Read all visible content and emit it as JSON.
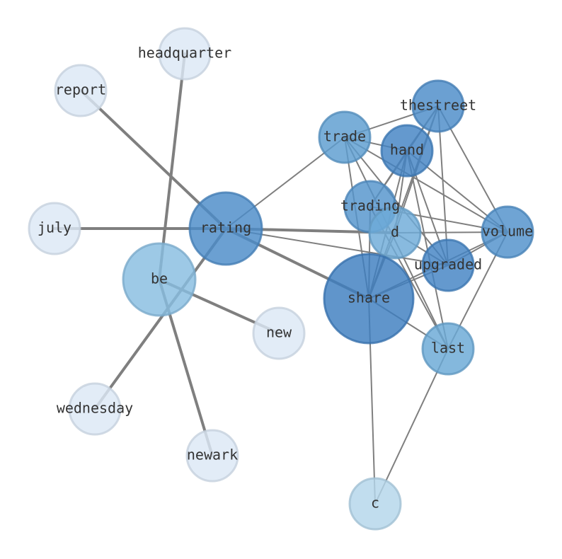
{
  "graph": {
    "nodes": [
      {
        "id": "headquarter",
        "label": "headquarter",
        "color": "#dce8f5"
      },
      {
        "id": "report",
        "label": "report",
        "color": "#dce8f5"
      },
      {
        "id": "july",
        "label": "july",
        "color": "#dce8f5"
      },
      {
        "id": "rating",
        "label": "rating",
        "color": "#4a8bc8"
      },
      {
        "id": "be",
        "label": "be",
        "color": "#88bde0"
      },
      {
        "id": "new",
        "label": "new",
        "color": "#dce8f5"
      },
      {
        "id": "wednesday",
        "label": "wednesday",
        "color": "#dce8f5"
      },
      {
        "id": "newark",
        "label": "newark",
        "color": "#dce8f5"
      },
      {
        "id": "thestreet",
        "label": "thestreet",
        "color": "#4a8bc8"
      },
      {
        "id": "trade",
        "label": "trade",
        "color": "#5b9ccf"
      },
      {
        "id": "hand",
        "label": "hand",
        "color": "#4283c3"
      },
      {
        "id": "trading",
        "label": "trading",
        "color": "#5394cc"
      },
      {
        "id": "d",
        "label": "d",
        "color": "#6eabd8"
      },
      {
        "id": "volume",
        "label": "volume",
        "color": "#4f90ca"
      },
      {
        "id": "upgraded",
        "label": "upgraded",
        "color": "#4283c3"
      },
      {
        "id": "share",
        "label": "share",
        "color": "#3d7ebf"
      },
      {
        "id": "last",
        "label": "last",
        "color": "#69a8d6"
      },
      {
        "id": "c",
        "label": "c",
        "color": "#b3d5ea"
      }
    ],
    "edges": [
      {
        "source": "headquarter",
        "target": "be",
        "weight": "heavy"
      },
      {
        "source": "report",
        "target": "rating",
        "weight": "heavy"
      },
      {
        "source": "july",
        "target": "rating",
        "weight": "heavy"
      },
      {
        "source": "rating",
        "target": "wednesday",
        "weight": "heavy"
      },
      {
        "source": "rating",
        "target": "d",
        "weight": "heavy"
      },
      {
        "source": "rating",
        "target": "share",
        "weight": "heavy"
      },
      {
        "source": "rating",
        "target": "trade",
        "weight": "light"
      },
      {
        "source": "rating",
        "target": "upgraded",
        "weight": "light"
      },
      {
        "source": "be",
        "target": "new",
        "weight": "heavy"
      },
      {
        "source": "be",
        "target": "newark",
        "weight": "heavy"
      },
      {
        "source": "thestreet",
        "target": "trade",
        "weight": "light"
      },
      {
        "source": "thestreet",
        "target": "hand",
        "weight": "light"
      },
      {
        "source": "thestreet",
        "target": "trading",
        "weight": "light"
      },
      {
        "source": "thestreet",
        "target": "d",
        "weight": "light"
      },
      {
        "source": "thestreet",
        "target": "volume",
        "weight": "light"
      },
      {
        "source": "thestreet",
        "target": "upgraded",
        "weight": "light"
      },
      {
        "source": "thestreet",
        "target": "share",
        "weight": "light"
      },
      {
        "source": "trade",
        "target": "hand",
        "weight": "light"
      },
      {
        "source": "trade",
        "target": "volume",
        "weight": "light"
      },
      {
        "source": "trade",
        "target": "share",
        "weight": "light"
      },
      {
        "source": "trade",
        "target": "last",
        "weight": "light"
      },
      {
        "source": "trade",
        "target": "upgraded",
        "weight": "light"
      },
      {
        "source": "hand",
        "target": "trading",
        "weight": "light"
      },
      {
        "source": "hand",
        "target": "d",
        "weight": "light"
      },
      {
        "source": "hand",
        "target": "volume",
        "weight": "light"
      },
      {
        "source": "hand",
        "target": "upgraded",
        "weight": "light"
      },
      {
        "source": "hand",
        "target": "share",
        "weight": "light"
      },
      {
        "source": "hand",
        "target": "last",
        "weight": "light"
      },
      {
        "source": "trading",
        "target": "volume",
        "weight": "light"
      },
      {
        "source": "trading",
        "target": "share",
        "weight": "light"
      },
      {
        "source": "trading",
        "target": "last",
        "weight": "light"
      },
      {
        "source": "d",
        "target": "share",
        "weight": "light"
      },
      {
        "source": "d",
        "target": "volume",
        "weight": "light"
      },
      {
        "source": "volume",
        "target": "upgraded",
        "weight": "light"
      },
      {
        "source": "volume",
        "target": "share",
        "weight": "light"
      },
      {
        "source": "volume",
        "target": "last",
        "weight": "light"
      },
      {
        "source": "upgraded",
        "target": "share",
        "weight": "light"
      },
      {
        "source": "share",
        "target": "c",
        "weight": "light"
      },
      {
        "source": "share",
        "target": "last",
        "weight": "light"
      },
      {
        "source": "last",
        "target": "c",
        "weight": "light"
      },
      {
        "source": "d",
        "target": "upgraded",
        "weight": "light"
      }
    ]
  }
}
